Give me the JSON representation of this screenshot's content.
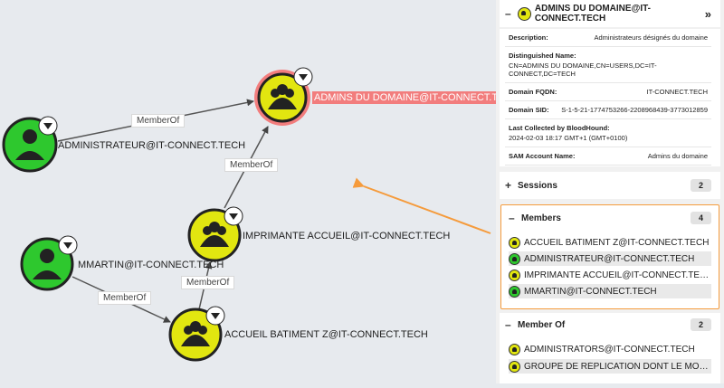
{
  "graph": {
    "nodes": [
      {
        "label": "ADMINS DU DOMAINE@IT-CONNECT.TECH",
        "type": "group"
      },
      {
        "label": "ADMINISTRATEUR@IT-CONNECT.TECH",
        "type": "user"
      },
      {
        "label": "IMPRIMANTE ACCUEIL@IT-CONNECT.TECH",
        "type": "group"
      },
      {
        "label": "MMARTIN@IT-CONNECT.TECH",
        "type": "user"
      },
      {
        "label": "ACCUEIL BATIMENT Z@IT-CONNECT.TECH",
        "type": "group"
      }
    ],
    "edge_label": "MemberOf",
    "colors": {
      "group": "#e2e610",
      "user": "#2ec82e",
      "selected": "#f27d7d",
      "arrow": "#f59b3c"
    }
  },
  "panel": {
    "header": {
      "toggle": "–",
      "title": "ADMINS DU DOMAINE@IT-CONNECT.TECH",
      "collapse": "»"
    },
    "properties": [
      {
        "key": "Description:",
        "value": "Administrateurs désignés du domaine"
      },
      {
        "key": "Distinguished Name:",
        "value": "CN=ADMINS DU DOMAINE,CN=USERS,DC=IT-CONNECT,DC=TECH"
      },
      {
        "key": "Domain FQDN:",
        "value": "IT-CONNECT.TECH"
      },
      {
        "key": "Domain SID:",
        "value": "S-1-5-21-1774753266-2208968439-3773012859"
      },
      {
        "key": "Last Collected by BloodHound:",
        "value": "2024-02-03 18:17 GMT+1 (GMT+0100)"
      },
      {
        "key": "SAM Account Name:",
        "value": "Admins du domaine"
      }
    ],
    "sessions": {
      "toggle": "+",
      "title": "Sessions",
      "count": "2"
    },
    "members": {
      "toggle": "–",
      "title": "Members",
      "count": "4",
      "items": [
        "ACCUEIL BATIMENT Z@IT-CONNECT.TECH",
        "ADMINISTRATEUR@IT-CONNECT.TECH",
        "IMPRIMANTE ACCUEIL@IT-CONNECT.TECH",
        "MMARTIN@IT-CONNECT.TECH"
      ]
    },
    "member_of": {
      "toggle": "–",
      "title": "Member Of",
      "count": "2",
      "items": [
        "ADMINISTRATORS@IT-CONNECT.TECH",
        "GROUPE DE RÉPLICATION DONT LE MOT DE ..."
      ]
    }
  }
}
